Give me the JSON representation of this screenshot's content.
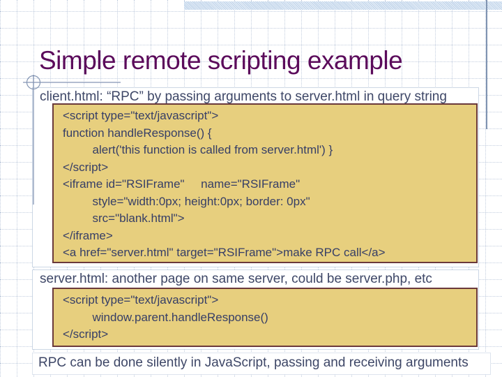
{
  "slide": {
    "title": "Simple remote scripting example",
    "client": {
      "caption": "client.html: “RPC” by passing arguments to server.html in query string",
      "code": [
        "<script type=\"text/javascript\">",
        "function handleResponse() {",
        "         alert('this function is called from server.html') }",
        "</script>",
        "<iframe id=\"RSIFrame\"     name=\"RSIFrame\"",
        "         style=\"width:0px; height:0px; border: 0px\"",
        "         src=\"blank.html\">",
        "</iframe>",
        "<a href=\"server.html\" target=\"RSIFrame\">make RPC call</a>"
      ]
    },
    "server": {
      "caption": "server.html: another page on same server, could be server.php, etc",
      "code": [
        "<script type=\"text/javascript\">",
        "         window.parent.handleResponse()",
        "</script>"
      ]
    },
    "footer": "RPC can be done silently in JavaScript, passing and receiving arguments",
    "colors": {
      "title": "#5b0b5b",
      "body_text": "#3e4767",
      "code_text": "#363e66",
      "code_background": "#e7cf7e",
      "code_border": "#6a393b",
      "grid_line": "#c3cedf",
      "decoration_blue": "#8495b3"
    }
  }
}
